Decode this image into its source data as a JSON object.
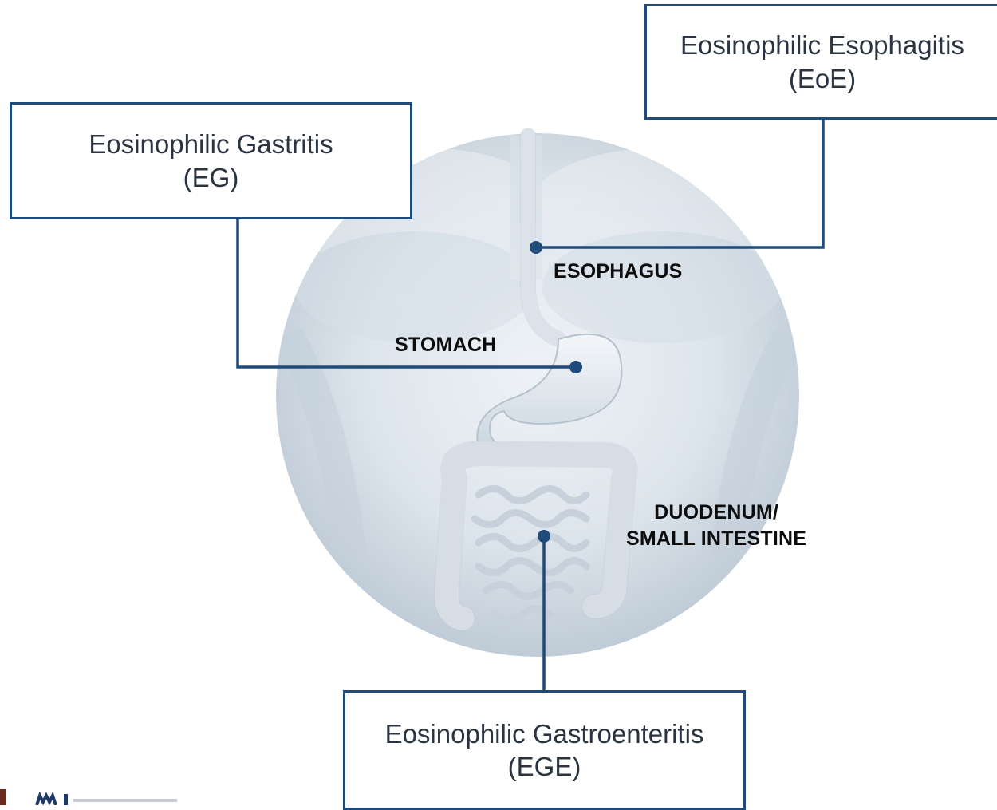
{
  "callouts": {
    "eoe": {
      "line1": "Eosinophilic Esophagitis",
      "line2": "(EoE)"
    },
    "eg": {
      "line1": "Eosinophilic Gastritis",
      "line2": "(EG)"
    },
    "ege": {
      "line1": "Eosinophilic Gastroenteritis",
      "line2": "(EGE)"
    }
  },
  "organs": {
    "esophagus": "ESOPHAGUS",
    "stomach": "STOMACH",
    "duodenum_line1": "DUODENUM/",
    "duodenum_line2": "SMALL INTESTINE"
  },
  "colors": {
    "connector": "#1f4a7a",
    "box_border": "#1f4a7a",
    "label_text": "#0d0d0d",
    "anatomy_bg": "#cdd8e2"
  }
}
